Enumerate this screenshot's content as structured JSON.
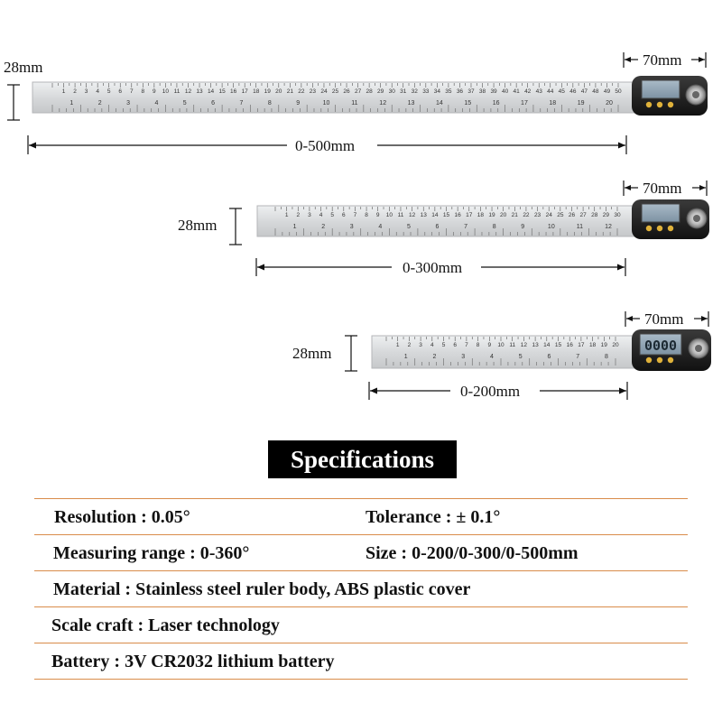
{
  "rulers": [
    {
      "id": "ruler-500",
      "width_label": "28mm",
      "head_label": "70mm",
      "range_label": "0-500mm",
      "display": "",
      "cm_ticks": [
        "1",
        "2",
        "3",
        "4",
        "5",
        "6",
        "7",
        "8",
        "9",
        "10",
        "11",
        "12",
        "13",
        "14",
        "15",
        "16",
        "17",
        "18",
        "19",
        "20",
        "21",
        "22",
        "23",
        "24",
        "25",
        "26",
        "27",
        "28",
        "29",
        "30",
        "31",
        "32",
        "33",
        "34",
        "35",
        "36",
        "37",
        "38",
        "39",
        "40",
        "41",
        "42",
        "43",
        "44",
        "45",
        "46",
        "47",
        "48",
        "49",
        "50"
      ],
      "inch_ticks": [
        "1",
        "2",
        "3",
        "4",
        "5",
        "6",
        "7",
        "8",
        "9",
        "10",
        "11",
        "12",
        "13",
        "14",
        "15",
        "16",
        "17",
        "18",
        "19",
        "20"
      ]
    },
    {
      "id": "ruler-300",
      "width_label": "28mm",
      "head_label": "70mm",
      "range_label": "0-300mm",
      "display": "",
      "cm_ticks": [
        "1",
        "2",
        "3",
        "4",
        "5",
        "6",
        "7",
        "8",
        "9",
        "10",
        "11",
        "12",
        "13",
        "14",
        "15",
        "16",
        "17",
        "18",
        "19",
        "20",
        "21",
        "22",
        "23",
        "24",
        "25",
        "26",
        "27",
        "28",
        "29",
        "30"
      ],
      "inch_ticks": [
        "1",
        "2",
        "3",
        "4",
        "5",
        "6",
        "7",
        "8",
        "9",
        "10",
        "11",
        "12"
      ]
    },
    {
      "id": "ruler-200",
      "width_label": "28mm",
      "head_label": "70mm",
      "range_label": "0-200mm",
      "display": "0000",
      "cm_ticks": [
        "1",
        "2",
        "3",
        "4",
        "5",
        "6",
        "7",
        "8",
        "9",
        "10",
        "11",
        "12",
        "13",
        "14",
        "15",
        "16",
        "17",
        "18",
        "19",
        "20"
      ],
      "inch_ticks": [
        "1",
        "2",
        "3",
        "4",
        "5",
        "6",
        "7",
        "8"
      ]
    }
  ],
  "specs": {
    "title": "Specifications",
    "rows": [
      {
        "left": "Resolution : 0.05°",
        "right": "Tolerance : ± 0.1°"
      },
      {
        "left": "Measuring range : 0-360°",
        "right": "Size : 0-200/0-300/0-500mm"
      },
      {
        "left": "Material : Stainless steel ruler body, ABS plastic cover",
        "right": ""
      },
      {
        "left": "Scale craft : Laser technology",
        "right": ""
      },
      {
        "left": "Battery : 3V CR2032 lithium battery",
        "right": ""
      }
    ]
  },
  "colors": {
    "rule_line": "#d98c4a",
    "title_bg": "#000000",
    "title_fg": "#ffffff",
    "blade": "#dcdee0",
    "head": "#1c1c1c",
    "lcd": "#8fa3b3",
    "button": "#e0b23a"
  }
}
